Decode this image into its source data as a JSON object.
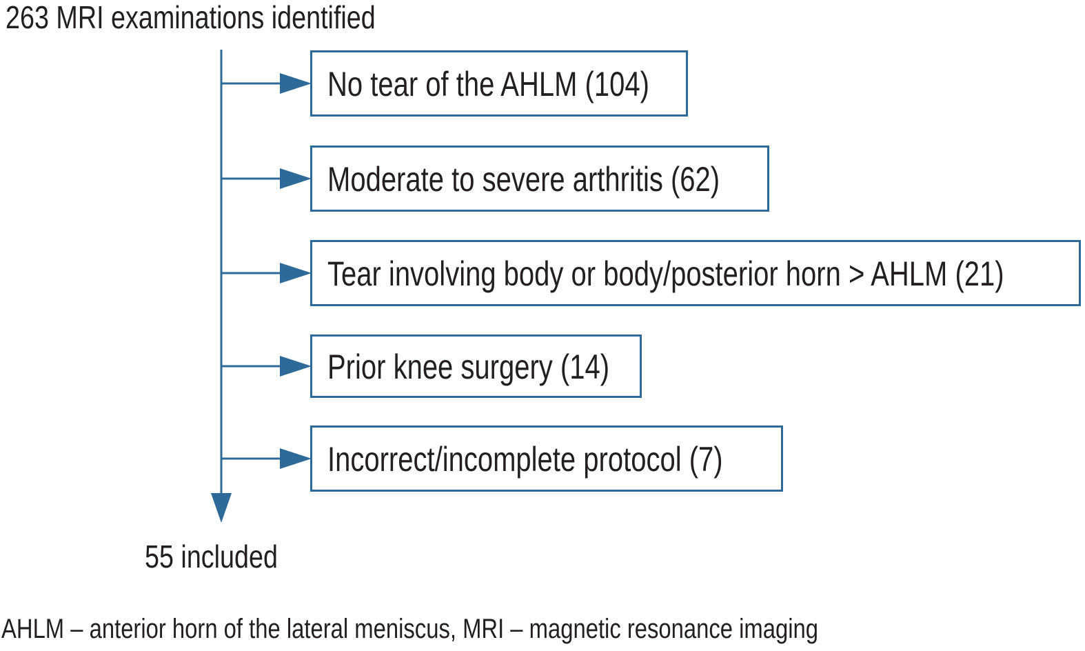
{
  "start_label": "263 MRI examinations identified",
  "end_label": "55 included",
  "exclusions": [
    {
      "label": "No tear of the AHLM (104)"
    },
    {
      "label": "Moderate to severe arthritis (62)"
    },
    {
      "label": "Tear involving body or body/posterior horn > AHLM (21)"
    },
    {
      "label": "Prior knee surgery (14)"
    },
    {
      "label": "Incorrect/incomplete protocol (7)"
    }
  ],
  "footnote": "AHLM – anterior horn of the lateral meniscus, MRI – magnetic resonance imaging",
  "colors": {
    "line": "#2d6a99",
    "text": "#231f20"
  }
}
